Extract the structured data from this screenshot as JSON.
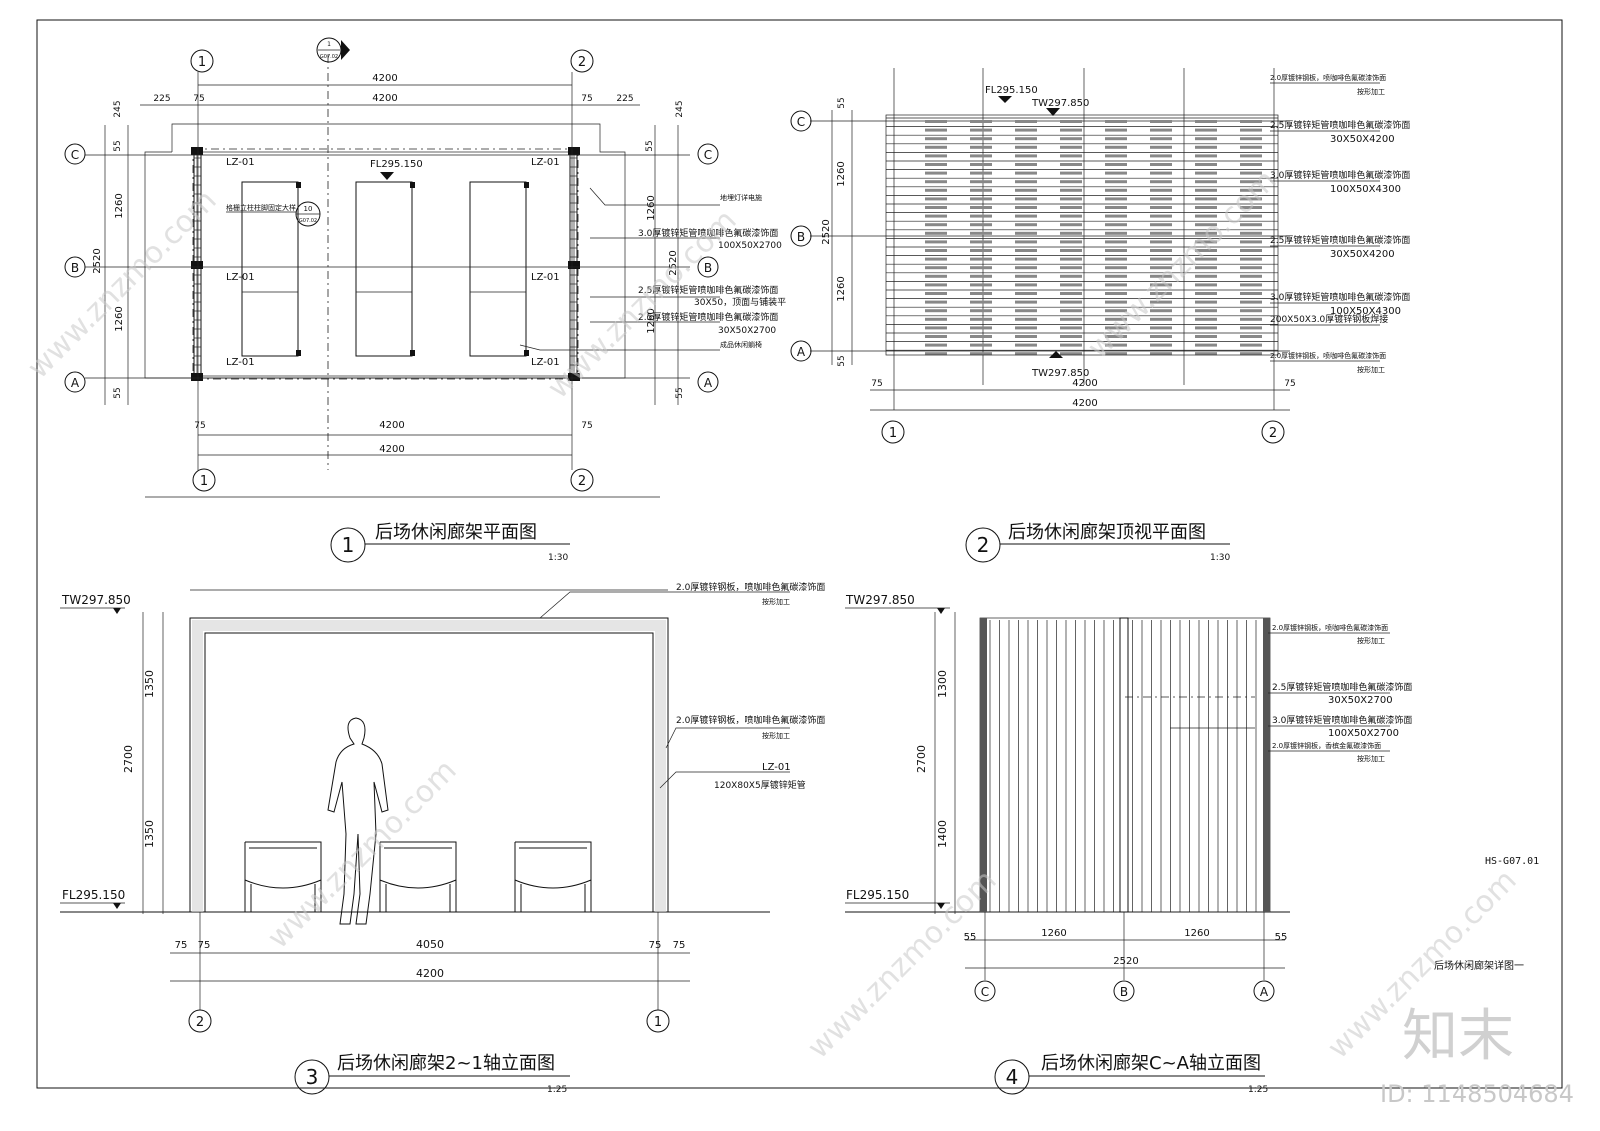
{
  "sheet": {
    "drawing_number": "HS-G07.01",
    "sheet_title": "后场休闲廊架详图一",
    "watermark_logo": "知末",
    "watermark_url": "www.znzmo.com",
    "id_label": "ID: 1148504684"
  },
  "grids": {
    "one": "1",
    "two": "2",
    "A": "A",
    "B": "B",
    "C": "C"
  },
  "section_marker": {
    "top": "1",
    "bottom": "G07.02"
  },
  "detail_marker": {
    "top": "10",
    "bottom": "G07.02"
  },
  "view1": {
    "number": "1",
    "title": "后场休闲廊架平面图",
    "scale": "1:30",
    "dims": {
      "total": "4200",
      "inner": "4200",
      "side": "225",
      "col": "75",
      "v245": "245",
      "v55": "55",
      "v1260": "1260",
      "v2520": "2520"
    },
    "level": "FL295.150",
    "col_tag": "LZ-01",
    "notes": {
      "lamp": "地埋灯详电施",
      "detail_ref": "格栅立柱柱脚固定大样",
      "n1a": "3.0厚镀锌矩管喷咖啡色氟碳漆饰面",
      "n1b": "100X50X2700",
      "n2a": "2.5厚镀锌矩管喷咖啡色氟碳漆饰面",
      "n2b": "30X50，顶面与铺装平",
      "n3a": "2.5厚镀锌矩管喷咖啡色氟碳漆饰面",
      "n3b": "30X50X2700",
      "n4": "成品休闲躺椅"
    }
  },
  "view2": {
    "number": "2",
    "title": "后场休闲廊架顶视平面图",
    "scale": "1:30",
    "levels": {
      "fl": "FL295.150",
      "tw": "TW297.850"
    },
    "dims": {
      "total": "4200",
      "v55": "55",
      "v1260": "1260",
      "v2520": "2520",
      "col": "75"
    },
    "notes": [
      {
        "a": "2.0厚镀锌钢板，喷咖啡色氟碳漆饰面",
        "b": "按形加工"
      },
      {
        "a": "2.5厚镀锌矩管喷咖啡色氟碳漆饰面",
        "b": "30X50X4200"
      },
      {
        "a": "3.0厚镀锌矩管喷咖啡色氟碳漆饰面",
        "b": "100X50X4300"
      },
      {
        "a": "2.5厚镀锌矩管喷咖啡色氟碳漆饰面",
        "b": "30X50X4200"
      },
      {
        "a": "3.0厚镀锌矩管喷咖啡色氟碳漆饰面",
        "b": "100X50X4300"
      },
      {
        "a": "200X50X3.0厚镀锌钢板焊接",
        "b": ""
      },
      {
        "a": "2.0厚镀锌钢板，喷咖啡色氟碳漆饰面",
        "b": "按形加工"
      }
    ]
  },
  "view3": {
    "number": "3",
    "title": "后场休闲廊架2~1轴立面图",
    "scale": "1:25",
    "levels": {
      "top": "TW297.850",
      "bottom": "FL295.150"
    },
    "dims": {
      "h2700": "2700",
      "h1350a": "1350",
      "h1350b": "1350",
      "w4050": "4050",
      "w4200": "4200",
      "w75": "75"
    },
    "notes": {
      "n1a": "2.0厚镀锌钢板，喷咖啡色氟碳漆饰面",
      "n1b": "按形加工",
      "n2a": "2.0厚镀锌钢板，喷咖啡色氟碳漆饰面",
      "n2b": "按形加工",
      "n3a": "LZ-01",
      "n3b": "120X80X5厚镀锌矩管"
    }
  },
  "view4": {
    "number": "4",
    "title": "后场休闲廊架C~A轴立面图",
    "scale": "1:25",
    "levels": {
      "top": "TW297.850",
      "bottom": "FL295.150"
    },
    "dims": {
      "h2700": "2700",
      "h1300": "1300",
      "h1400": "1400",
      "w1260a": "1260",
      "w1260b": "1260",
      "w2520": "2520",
      "w55": "55"
    },
    "notes": [
      {
        "a": "2.0厚镀锌钢板，喷咖啡色氟碳漆饰面",
        "b": "按形加工"
      },
      {
        "a": "2.5厚镀锌矩管喷咖啡色氟碳漆饰面",
        "b": "30X50X2700"
      },
      {
        "a": "3.0厚镀锌矩管喷咖啡色氟碳漆饰面",
        "b": "100X50X2700"
      },
      {
        "a": "2.0厚镀锌钢板，香槟金氟碳漆饰面",
        "b": "按形加工"
      }
    ]
  }
}
